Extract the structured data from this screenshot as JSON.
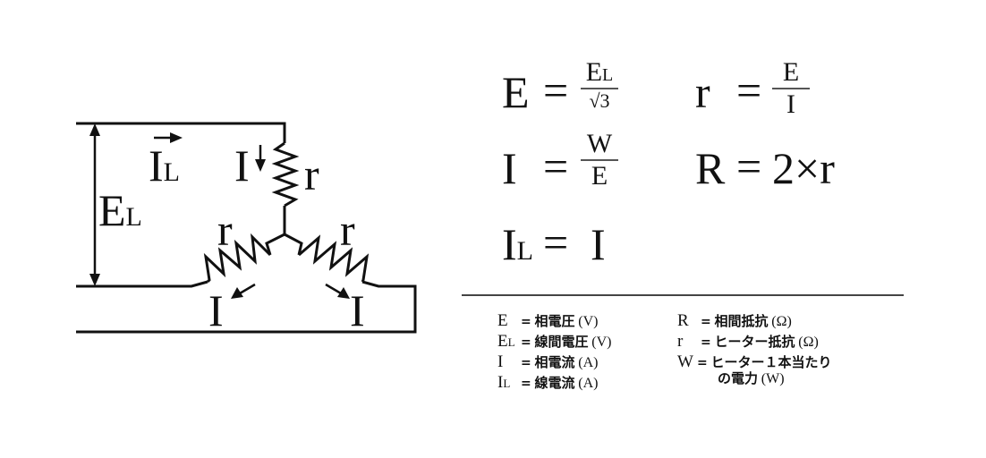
{
  "diagram": {
    "title": "Star (Y) connection heater circuit",
    "labels": {
      "line_voltage": {
        "main": "E",
        "sub": "L"
      },
      "line_current": {
        "main": "I",
        "sub": "L"
      },
      "phase_current": "I",
      "resistor": "r"
    }
  },
  "formulas": [
    {
      "lhs": "E",
      "eq": "=",
      "num": "EL",
      "den": "√3"
    },
    {
      "lhs": "r",
      "eq": "=",
      "num": "E",
      "den": "I"
    },
    {
      "lhs": "I",
      "eq": "=",
      "num": "W",
      "den": "E"
    },
    {
      "lhs": "R",
      "eq": "=",
      "rhs": "2×r"
    },
    {
      "lhs": "IL",
      "lhs_main": "I",
      "lhs_sub": "L",
      "eq": "=",
      "rhs": "I"
    }
  ],
  "legend": {
    "left": [
      {
        "sym": "E",
        "sub": "",
        "eq": "=",
        "text": "相電圧",
        "unit": "(V)"
      },
      {
        "sym": "E",
        "sub": "L",
        "eq": "=",
        "text": "線間電圧",
        "unit": "(V)"
      },
      {
        "sym": "I",
        "sub": "",
        "eq": "=",
        "text": "相電流",
        "unit": "(A)"
      },
      {
        "sym": "I",
        "sub": "L",
        "eq": "=",
        "text": "線電流",
        "unit": "(A)"
      }
    ],
    "right": [
      {
        "sym": "R",
        "eq": "=",
        "text": "相間抵抗",
        "unit": "(Ω)"
      },
      {
        "sym": "r",
        "eq": "=",
        "text": "ヒーター抵抗",
        "unit": "(Ω)"
      },
      {
        "sym": "W",
        "eq": "=",
        "text": "ヒーター１本当たり",
        "text2": "の電力",
        "unit": "(W)"
      }
    ]
  }
}
